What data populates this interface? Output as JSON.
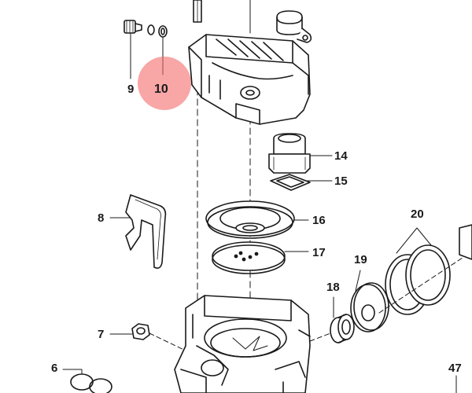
{
  "colors": {
    "line": "#1a1a1a",
    "highlight": "#f46a6a",
    "background": "#ffffff"
  },
  "callouts": {
    "c6": "6",
    "c7": "7",
    "c8": "8",
    "c9": "9",
    "c10": "10",
    "c14": "14",
    "c15": "15",
    "c16": "16",
    "c17": "17",
    "c18": "18",
    "c19": "19",
    "c20": "20",
    "c47": "47"
  }
}
